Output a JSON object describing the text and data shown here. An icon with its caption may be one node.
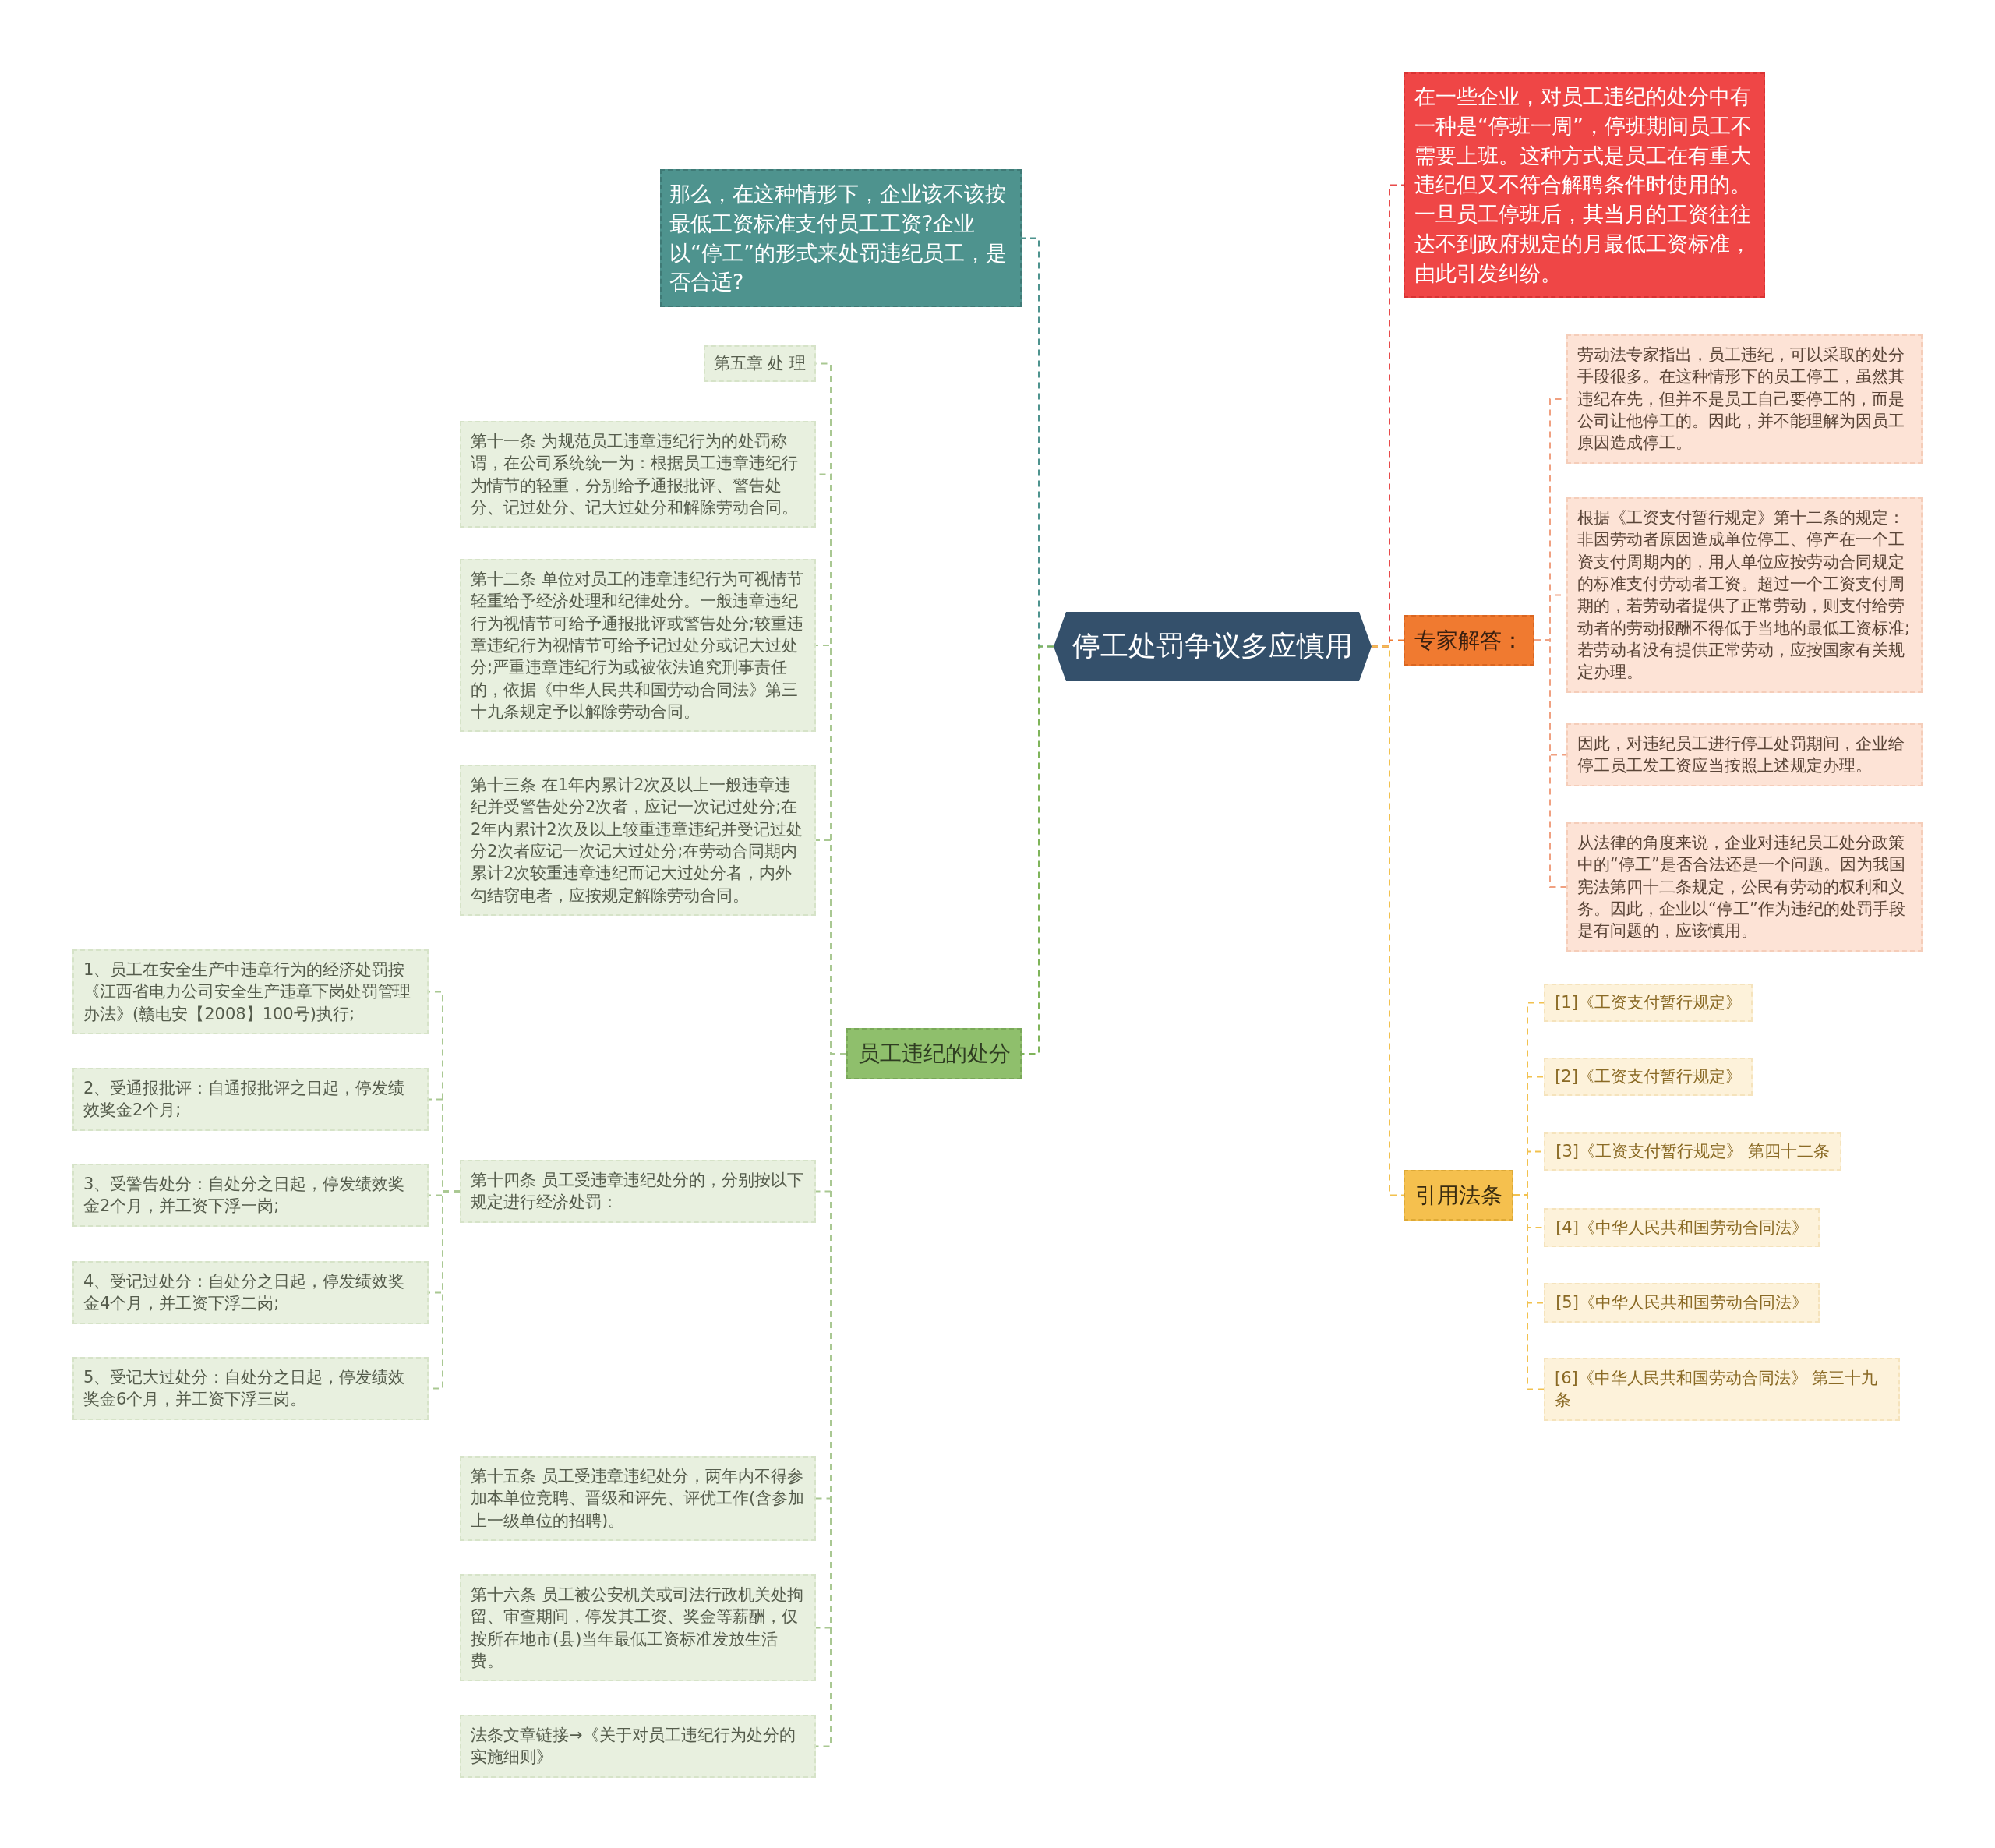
{
  "diagram": {
    "nodes": [
      {
        "text": [
          "停工处罚争议多应慎用"
        ]
      },
      {
        "text": [
          "那么，在这种情形下，企业该不该按最低工资标准支付员工工资?企业以“停工”的形式来处罚违纪员工，是否合适?"
        ]
      },
      {
        "text": [
          "员工违纪的处分"
        ]
      },
      {
        "text": [
          "第五章 处 理"
        ]
      },
      {
        "text": [
          "第十一条 为规范员工违章违纪行为的处罚称谓，在公司系统统一为：根据员工违章违纪行为情节的轻重，分别给予通报批评、警告处分、记过处分、记大过处分和解除劳动合同。"
        ]
      },
      {
        "text": [
          "第十二条 单位对员工的违章违纪行为可视情节轻重给予经济处理和纪律处分。一般违章违纪行为视情节可给予通报批评或警告处分;较重违章违纪行为视情节可给予记过处分或记大过处分;严重违章违纪行为或被依法追究刑事责任的，依据《中华人民共和国劳动合同法》第三十九条规定予以解除劳动合同。"
        ]
      },
      {
        "text": [
          "第十三条 在1年内累计2次及以上一般违章违纪并受警告处分2次者，应记一次记过处分;在2年内累计2次及以上较重违章违纪并受记过处分2次者应记一次记大过处分;在劳动合同期内累计2次较重违章违纪而记大过处分者，内外勾结窃电者，应按规定解除劳动合同。"
        ]
      },
      {
        "text": [
          "第十四条 员工受违章违纪处分的，分别按以下规定进行经济处罚："
        ]
      },
      {
        "text": [
          "1、员工在安全生产中违章行为的经济处罚按《江西省电力公司安全生产违章下岗处罚管理办法》(赣电安【2008】100号)执行;"
        ]
      },
      {
        "text": [
          "2、受通报批评：自通报批评之日起，停发绩效奖金2个月;"
        ]
      },
      {
        "text": [
          "3、受警告处分：自处分之日起，停发绩效奖金2个月，并工资下浮一岗;"
        ]
      },
      {
        "text": [
          "4、受记过处分：自处分之日起，停发绩效奖金4个月，并工资下浮二岗;"
        ]
      },
      {
        "text": [
          "5、受记大过处分：自处分之日起，停发绩效奖金6个月，并工资下浮三岗。"
        ]
      },
      {
        "text": [
          "第十五条 员工受违章违纪处分，两年内不得参加本单位竞聘、晋级和评先、评优工作(含参加上一级单位的招聘)。"
        ]
      },
      {
        "text": [
          "第十六条 员工被公安机关或司法行政机关处拘留、审查期间，停发其工资、奖金等薪酬，仅按所在地市(县)当年最低工资标准发放生活费。"
        ]
      },
      {
        "text": [
          "法条文章链接→《关于对员工违纪行为处分的实施细则》"
        ]
      },
      {
        "text": [
          "在一些企业，对员工违纪的处分中有一种是“停班一周”，停班期间员工不需要上班。这种方式是员工在有重大违纪但又不符合解聘条件时使用的。一旦员工停班后，其当月的工资往往达不到政府规定的月最低工资标准，由此引发纠纷。"
        ]
      },
      {
        "text": [
          "专家解答："
        ]
      },
      {
        "text": [
          "劳动法专家指出，员工违纪，可以采取的处分手段很多。在这种情形下的员工停工，虽然其违纪在先，但并不是员工自己要停工的，而是公司让他停工的。因此，并不能理解为因员工原因造成停工。"
        ]
      },
      {
        "text": [
          "根据《工资支付暂行规定》第十二条的规定：非因劳动者原因造成单位停工、停产在一个工资支付周期内的，用人单位应按劳动合同规定的标准支付劳动者工资。超过一个工资支付周期的，若劳动者提供了正常劳动，则支付给劳动者的劳动报酬不得低于当地的最低工资标准;若劳动者没有提供正常劳动，应按国家有关规定办理。"
        ]
      },
      {
        "text": [
          "因此，对违纪员工进行停工处罚期间，企业给停工员工发工资应当按照上述规定办理。"
        ]
      },
      {
        "text": [
          "从法律的角度来说，企业对违纪员工处分政策中的“停工”是否合法还是一个问题。因为我国宪法第四十二条规定，公民有劳动的权利和义务。因此，企业以“停工”作为违纪的处罚手段是有问题的，应该慎用。"
        ]
      },
      {
        "text": [
          "引用法条"
        ]
      },
      {
        "text": [
          "[1]《工资支付暂行规定》"
        ]
      },
      {
        "text": [
          "[2]《工资支付暂行规定》"
        ]
      },
      {
        "text": [
          "[3]《工资支付暂行规定》 第四十二条"
        ]
      },
      {
        "text": [
          "[4]《中华人民共和国劳动合同法》"
        ]
      },
      {
        "text": [
          "[5]《中华人民共和国劳动合同法》"
        ]
      },
      {
        "text": [
          "[6]《中华人民共和国劳动合同法》 第三十九条"
        ]
      }
    ],
    "edges": [
      {
        "from": 0,
        "to": 1,
        "arrow": "none",
        "style": "dashed",
        "color": "#4e938e"
      },
      {
        "from": 0,
        "to": 2,
        "arrow": "none",
        "style": "dashed",
        "color": "#7fb45a"
      },
      {
        "from": 2,
        "to": 3,
        "arrow": "none",
        "style": "dashed",
        "color": "#a9c892"
      },
      {
        "from": 2,
        "to": 4,
        "arrow": "none",
        "style": "dashed",
        "color": "#a9c892"
      },
      {
        "from": 2,
        "to": 5,
        "arrow": "none",
        "style": "dashed",
        "color": "#a9c892"
      },
      {
        "from": 2,
        "to": 6,
        "arrow": "none",
        "style": "dashed",
        "color": "#a9c892"
      },
      {
        "from": 2,
        "to": 7,
        "arrow": "none",
        "style": "dashed",
        "color": "#a9c892"
      },
      {
        "from": 7,
        "to": 8,
        "arrow": "none",
        "style": "dashed",
        "color": "#a9c892"
      },
      {
        "from": 7,
        "to": 9,
        "arrow": "none",
        "style": "dashed",
        "color": "#a9c892"
      },
      {
        "from": 7,
        "to": 10,
        "arrow": "none",
        "style": "dashed",
        "color": "#a9c892"
      },
      {
        "from": 7,
        "to": 11,
        "arrow": "none",
        "style": "dashed",
        "color": "#a9c892"
      },
      {
        "from": 7,
        "to": 12,
        "arrow": "none",
        "style": "dashed",
        "color": "#a9c892"
      },
      {
        "from": 2,
        "to": 13,
        "arrow": "none",
        "style": "dashed",
        "color": "#a9c892"
      },
      {
        "from": 2,
        "to": 14,
        "arrow": "none",
        "style": "dashed",
        "color": "#a9c892"
      },
      {
        "from": 2,
        "to": 15,
        "arrow": "none",
        "style": "dashed",
        "color": "#a9c892"
      },
      {
        "from": 0,
        "to": 16,
        "arrow": "none",
        "style": "dashed",
        "color": "#e84a4a"
      },
      {
        "from": 0,
        "to": 17,
        "arrow": "none",
        "style": "dashed",
        "color": "#f07a30"
      },
      {
        "from": 17,
        "to": 18,
        "arrow": "none",
        "style": "dashed",
        "color": "#f0a080"
      },
      {
        "from": 17,
        "to": 19,
        "arrow": "none",
        "style": "dashed",
        "color": "#f0a080"
      },
      {
        "from": 17,
        "to": 20,
        "arrow": "none",
        "style": "dashed",
        "color": "#f0a080"
      },
      {
        "from": 17,
        "to": 21,
        "arrow": "none",
        "style": "dashed",
        "color": "#f0a080"
      },
      {
        "from": 0,
        "to": 22,
        "arrow": "none",
        "style": "dashed",
        "color": "#f2c14e"
      },
      {
        "from": 22,
        "to": 23,
        "arrow": "none",
        "style": "dashed",
        "color": "#f2c14e"
      },
      {
        "from": 22,
        "to": 24,
        "arrow": "none",
        "style": "dashed",
        "color": "#f2c14e"
      },
      {
        "from": 22,
        "to": 25,
        "arrow": "none",
        "style": "dashed",
        "color": "#f2c14e"
      },
      {
        "from": 22,
        "to": 26,
        "arrow": "none",
        "style": "dashed",
        "color": "#f2c14e"
      },
      {
        "from": 22,
        "to": 27,
        "arrow": "none",
        "style": "dashed",
        "color": "#f2c14e"
      },
      {
        "from": 22,
        "to": 28,
        "arrow": "none",
        "style": "dashed",
        "color": "#f2c14e"
      }
    ]
  }
}
